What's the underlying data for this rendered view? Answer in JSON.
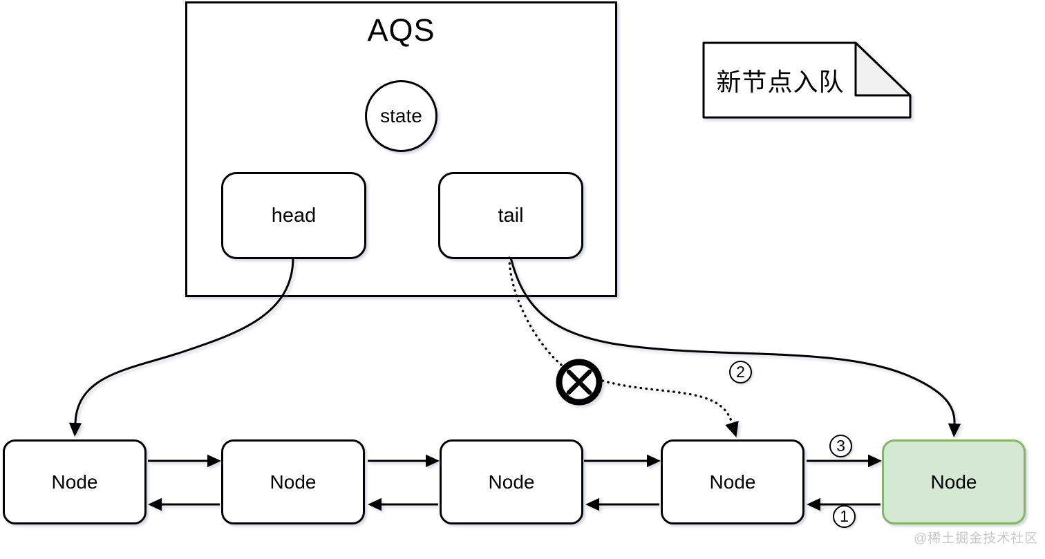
{
  "diagram": {
    "aqs": {
      "title": "AQS",
      "state_label": "state",
      "head_label": "head",
      "tail_label": "tail"
    },
    "note": {
      "text": "新节点入队"
    },
    "nodes": [
      {
        "label": "Node",
        "highlighted": false
      },
      {
        "label": "Node",
        "highlighted": false
      },
      {
        "label": "Node",
        "highlighted": false
      },
      {
        "label": "Node",
        "highlighted": false
      },
      {
        "label": "Node",
        "highlighted": true
      }
    ],
    "steps": {
      "one": "1",
      "two": "2",
      "three": "3"
    },
    "annotations": {
      "broken_link_icon": "crossed-circle"
    },
    "watermark": "@稀土掘金技术社区",
    "colors": {
      "line": "#000000",
      "highlight_fill": "#d5e8d4",
      "highlight_border": "#82b366",
      "note_fold_fill": "#f0f0f0",
      "watermark_text": "#c8c8c8"
    }
  }
}
